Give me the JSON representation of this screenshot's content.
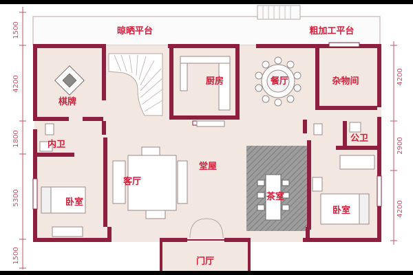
{
  "colors": {
    "wall": "#8e1f3e",
    "label": "#d21f3c",
    "dim": "#c0566b",
    "floor": "#f3e7e1",
    "deck": "#fbfbfb",
    "tea_floor": "#9d9d9d"
  },
  "rooms": {
    "drying_deck": "晾晒平台",
    "processing_deck": "粗加工平台",
    "chess_room": "棋牌",
    "kitchen": "厨房",
    "dining": "餐厅",
    "storage": "杂物间",
    "inner_bath": "内卫",
    "public_bath": "公卫",
    "living": "客厅",
    "hall": "堂屋",
    "tea_room": "茶室",
    "bedroom_left": "卧室",
    "bedroom_right": "卧室",
    "entry": "门厅"
  },
  "dimensions": {
    "left": [
      "1500",
      "4200",
      "1800",
      "5300",
      "1500"
    ],
    "right": [
      "4200",
      "2900",
      "4200"
    ]
  }
}
